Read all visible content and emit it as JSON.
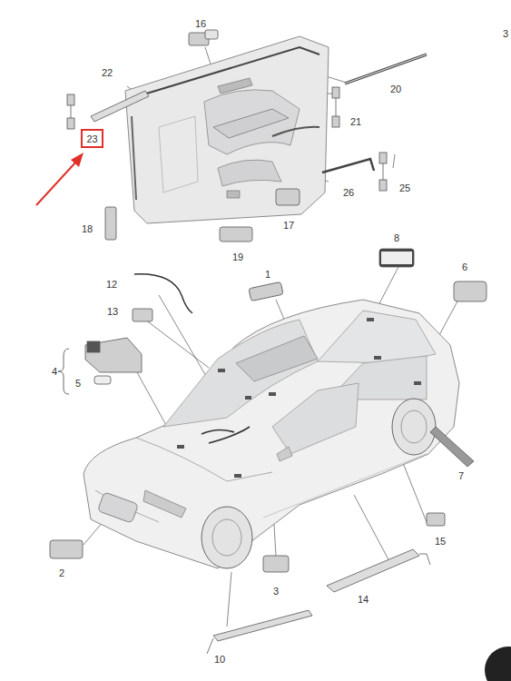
{
  "diagram": {
    "nodes": [
      {
        "text": [
          "23"
        ]
      }
    ],
    "labels": [
      "16",
      "3",
      "22",
      "20",
      "21",
      "26",
      "25",
      "18",
      "17",
      "19",
      "8",
      "12",
      "1",
      "6",
      "13",
      "4",
      "5",
      "7",
      "2",
      "15",
      "3",
      "14",
      "10"
    ]
  }
}
